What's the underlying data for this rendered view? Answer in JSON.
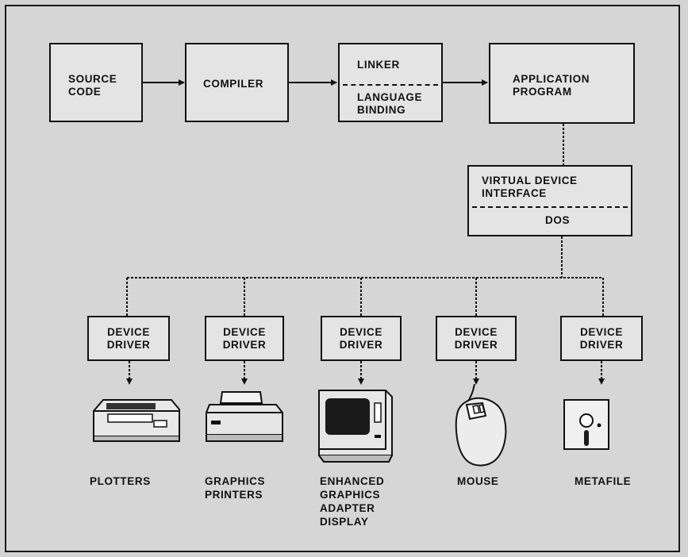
{
  "boxes": {
    "source_code": "SOURCE\nCODE",
    "compiler": "COMPILER",
    "linker": "LINKER",
    "language_binding": "LANGUAGE\nBINDING",
    "application_program": "APPLICATION\nPROGRAM",
    "vdi": "VIRTUAL DEVICE\nINTERFACE",
    "dos": "DOS"
  },
  "drivers": [
    "DEVICE\nDRIVER",
    "DEVICE\nDRIVER",
    "DEVICE\nDRIVER",
    "DEVICE\nDRIVER",
    "DEVICE\nDRIVER"
  ],
  "devices": [
    {
      "label": "PLOTTERS",
      "icon": "plotter-icon"
    },
    {
      "label": "GRAPHICS\nPRINTERS",
      "icon": "printer-icon"
    },
    {
      "label": "ENHANCED\nGRAPHICS\nADAPTER\nDISPLAY",
      "icon": "monitor-icon"
    },
    {
      "label": "MOUSE",
      "icon": "mouse-icon"
    },
    {
      "label": "METAFILE",
      "icon": "floppy-disk-icon"
    }
  ]
}
